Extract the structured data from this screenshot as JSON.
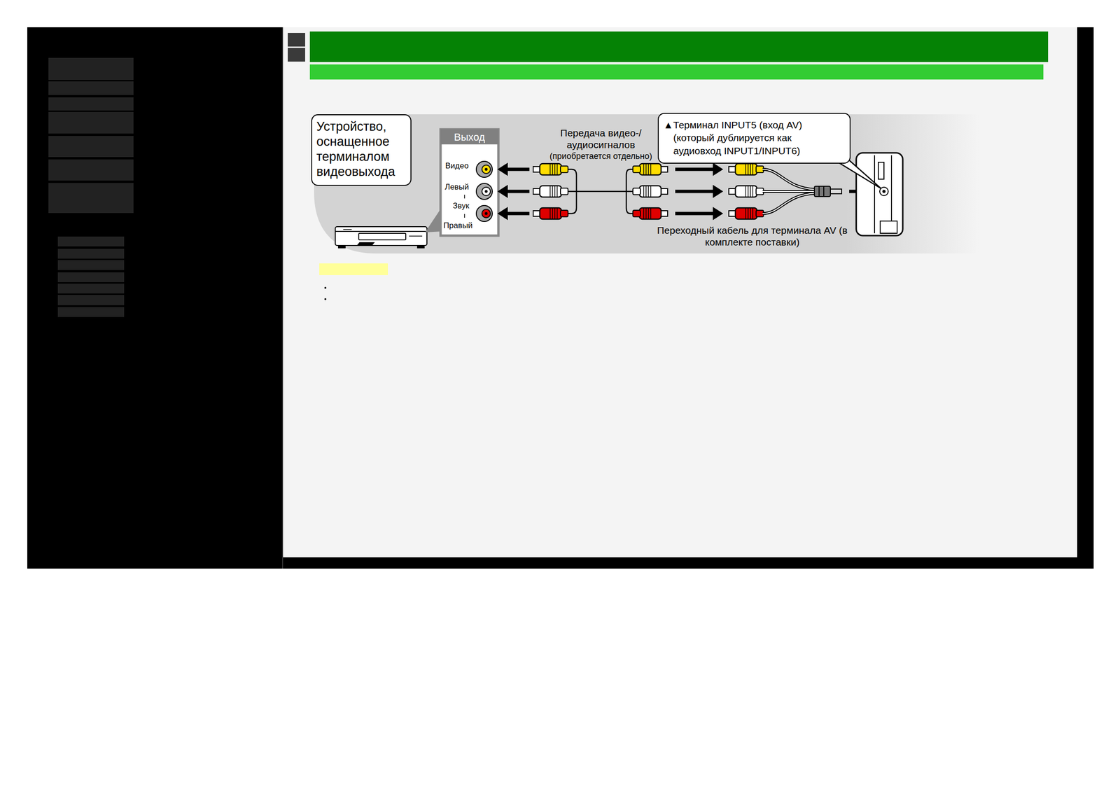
{
  "diagram": {
    "nodes": [
      {
        "text": [
          "Устройство, оснащенное терминалом видеовыхода"
        ]
      },
      {
        "text": [
          "Выход",
          "Видео",
          "Левый",
          "Звук",
          "Правый"
        ]
      },
      {
        "text": [
          "▲Терминал INPUT5 (вход AV) (который дублируется как аудиовход INPUT1/INPUT6)"
        ]
      }
    ],
    "labels": [
      "Передача видео-/ аудиосигналов",
      "(приобретается отдельно)",
      "Переходный кабель для терминала AV (в комплекте поставки)"
    ]
  }
}
